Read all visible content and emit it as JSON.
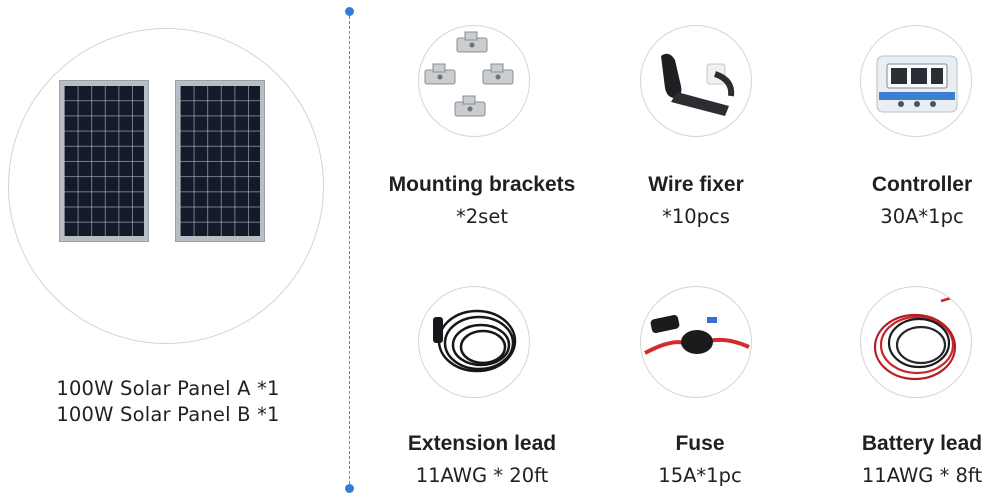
{
  "panels": {
    "line1": "100W Solar Panel A *1",
    "line2": "100W Solar Panel B *1",
    "icon": "solar-panel-icon"
  },
  "items": [
    {
      "title": "Mounting brackets",
      "subtitle": "*2set",
      "icon": "mounting-bracket-icon"
    },
    {
      "title": "Wire fixer",
      "subtitle": "*10pcs",
      "icon": "wire-fixer-icon"
    },
    {
      "title": "Controller",
      "subtitle": "30A*1pc",
      "icon": "charge-controller-icon"
    },
    {
      "title": "Extension lead",
      "subtitle": "11AWG * 20ft",
      "icon": "extension-cable-icon"
    },
    {
      "title": "Fuse",
      "subtitle": "15A*1pc",
      "icon": "fuse-icon"
    },
    {
      "title": "Battery lead",
      "subtitle": "11AWG * 8ft",
      "icon": "battery-cable-icon"
    }
  ],
  "colors": {
    "divider": "#4a8fd8",
    "panel_cells": "#131b2b",
    "text": "#231f20",
    "wire_red": "#d42b2b"
  }
}
